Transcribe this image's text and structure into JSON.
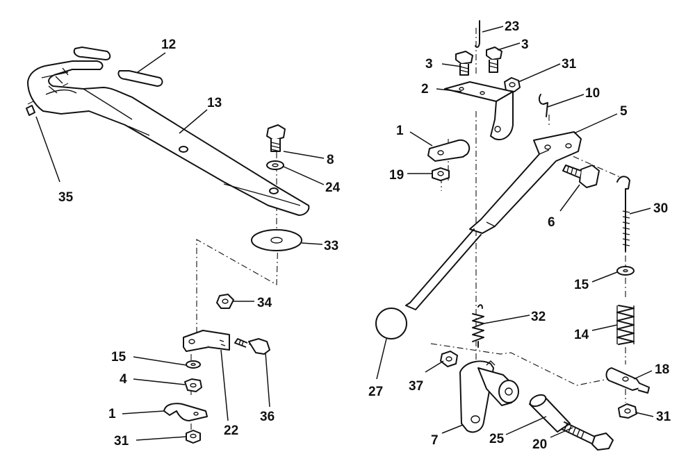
{
  "callouts": {
    "c12": "12",
    "c13": "13",
    "c35": "35",
    "c8": "8",
    "c24": "24",
    "c33": "33",
    "c34": "34",
    "c15a": "15",
    "c4": "4",
    "c1a": "1",
    "c31a": "31",
    "c22": "22",
    "c36": "36",
    "c23": "23",
    "c3a": "3",
    "c3b": "3",
    "c31b": "31",
    "c2": "2",
    "c10": "10",
    "c5": "5",
    "c1b": "1",
    "c19": "19",
    "c6": "6",
    "c30": "30",
    "c15b": "15",
    "c32": "32",
    "c14": "14",
    "c18": "18",
    "c27": "27",
    "c37": "37",
    "c31c": "31",
    "c7": "7",
    "c25": "25",
    "c20": "20"
  }
}
